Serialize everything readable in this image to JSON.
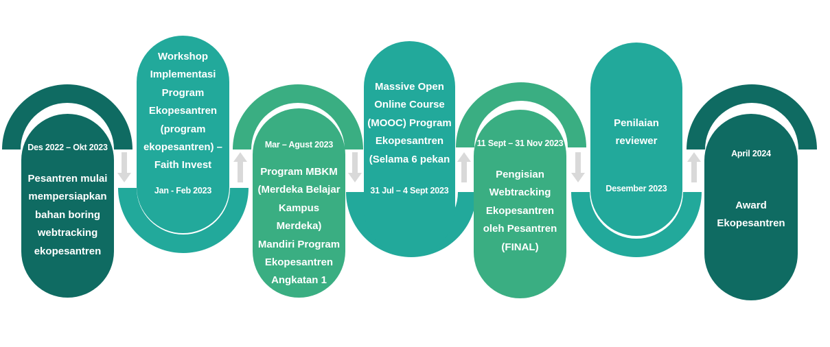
{
  "colors": {
    "dark_teal": "#0f6b62",
    "teal": "#22a99b",
    "green": "#3aae82",
    "arrow_gray": "#d9d9d9"
  },
  "steps": [
    {
      "date": "Des 2022  – Okt 2023",
      "title": "Pesantren mulai\nmempersiapkan\nbahan boring\nwebtracking\nekopesantren"
    },
    {
      "date": "Jan - Feb 2023",
      "title": "Workshop\nImplementasi\nProgram\nEkopesantren\n(program\nekopesantren) –\nFaith Invest"
    },
    {
      "date": "Mar – Agust 2023",
      "title": "Program MBKM\n(Merdeka Belajar\nKampus\nMerdeka)\nMandiri Program\nEkopesantren\nAngkatan 1"
    },
    {
      "date": "31 Jul – 4 Sept 2023",
      "title": "Massive Open\nOnline Course\n(MOOC) Program\nEkopesantren\n(Selama 6 pekan"
    },
    {
      "date": "11 Sept – 31 Nov 2023",
      "title": "Pengisian\nWebtracking\nEkopesantren\noleh Pesantren\n(FINAL)"
    },
    {
      "date": "Desember 2023",
      "title": "Penilaian\nreviewer"
    },
    {
      "date": "April 2024",
      "title": "Award\nEkopesantren"
    }
  ],
  "arrows": [
    "down",
    "up",
    "down",
    "up",
    "down",
    "up"
  ]
}
